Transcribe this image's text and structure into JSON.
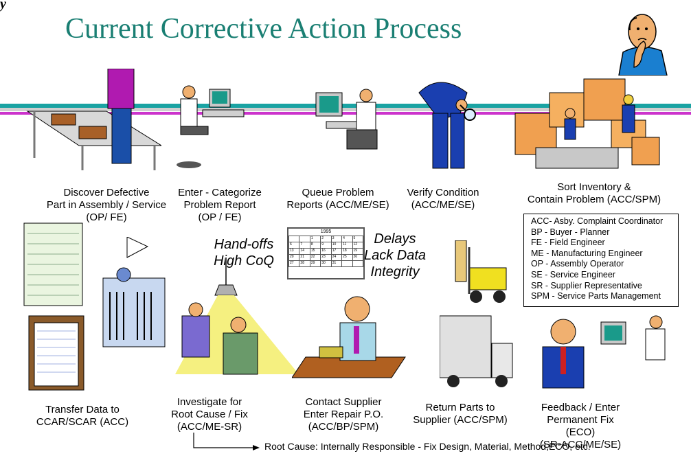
{
  "title": "Current Corrective Action Process",
  "slide_mark": "y",
  "steps": [
    {
      "label": "Discover Defective\nPart  in Assembly / Service\n(OP/ FE)"
    },
    {
      "label": "Enter - Categorize\nProblem Report\n(OP / FE)"
    },
    {
      "label": "Queue Problem\nReports (ACC/ME/SE)"
    },
    {
      "label": "Verify Condition\n(ACC/ME/SE)"
    },
    {
      "label": "Sort Inventory &\nContain Problem (ACC/SPM)"
    },
    {
      "label": "Transfer Data to\nCCAR/SCAR (ACC)"
    },
    {
      "label": "Investigate for\nRoot Cause / Fix\n(ACC/ME-SR)"
    },
    {
      "label": "Contact Supplier\nEnter Repair P.O.\n(ACC/BP/SPM)"
    },
    {
      "label": "Return Parts to\nSupplier (ACC/SPM)"
    },
    {
      "label": "Feedback / Enter\nPermanent Fix\n(ECO)\n(SR-ACC/ME/SE)"
    }
  ],
  "notes": {
    "handoffs": "Hand-offs\nHigh CoQ",
    "delays": "Delays\nLack Data\nIntegrity"
  },
  "calendar": {
    "year": "1995",
    "days": [
      "",
      "",
      "1",
      "2",
      "3",
      "4",
      "5",
      "6",
      "7",
      "8",
      "9",
      "10",
      "11",
      "12",
      "13",
      "14",
      "15",
      "16",
      "17",
      "18",
      "19",
      "20",
      "21",
      "22",
      "23",
      "24",
      "25",
      "26",
      "27",
      "28",
      "29",
      "30",
      "31"
    ]
  },
  "legend": [
    "ACC- Asby. Complaint Coordinator",
    "BP -  Buyer - Planner",
    "FE -  Field Engineer",
    "ME -  Manufacturing Engineer",
    "OP -   Assembly Operator",
    "SE -   Service Engineer",
    "SR  -   Supplier Representative",
    "SPM - Service Parts Management"
  ],
  "root_cause": "Root Cause: Internally Responsible - Fix Design, Material, Method,ECO,  etc.",
  "colors": {
    "title": "#1a7f73",
    "band_teal": "#1aa3a3",
    "band_magenta": "#cc33cc"
  }
}
